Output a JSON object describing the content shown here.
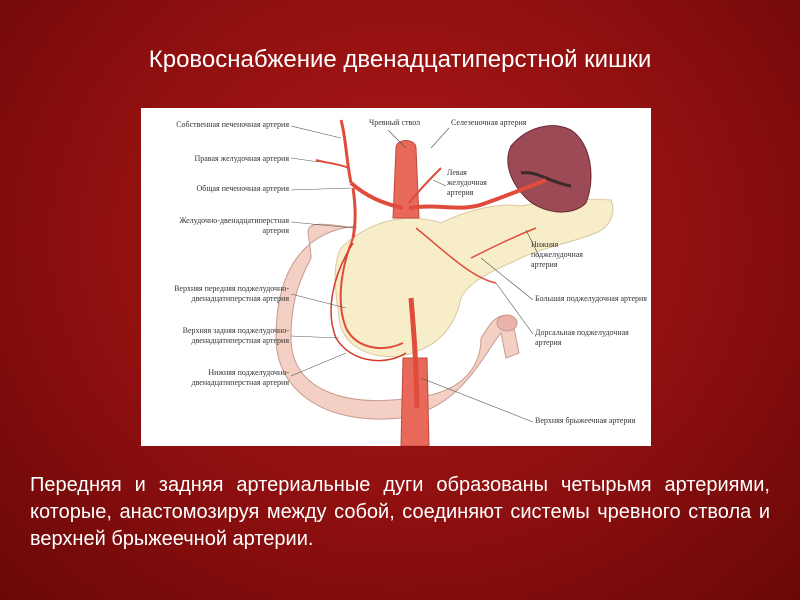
{
  "slide": {
    "title": "Кровоснабжение двенадцатиперстной кишки",
    "caption": "Передняя и задняя артериальные дуги образованы четырьмя артериями, которые, анастомозируя между собой, соединяют системы чревного ствола и верхней брыжеечной артерии."
  },
  "diagram": {
    "labels": {
      "proper_hepatic": "Собственная печеночная артерия",
      "right_gastric": "Правая желудочная артерия",
      "common_hepatic": "Общая печеночная артерия",
      "gastroduodenal": "Желудочно-двенадцатиперстная артерия",
      "sup_ant_pd": "Верхняя передняя поджелудочно-двенадцатиперстная артерия",
      "sup_post_pd": "Верхняя задняя поджелудочно-двенадцатиперстная артерия",
      "inf_pd": "Нижняя поджелудочно-двенадцатиперстная артерия",
      "celiac_trunk": "Чревный ствол",
      "splenic": "Селезеночная артерия",
      "left_gastric": "Левая желудочная артерия",
      "inf_pancreatic": "Нижняя поджелудочная артерия",
      "great_pancreatic": "Большая поджелудочная артерия",
      "dorsal_pancreatic": "Дорсальная поджелудочная артерия",
      "sup_mesenteric": "Верхняя брыжеечная артерия"
    }
  },
  "colors": {
    "background": "#9a1010",
    "title": "#ffffff",
    "caption": "#ffffff",
    "artery": "#e04c3c",
    "pancreas": "#f8edc9",
    "duodenum": "#f3cfc4",
    "spleen": "#9c4a55"
  }
}
